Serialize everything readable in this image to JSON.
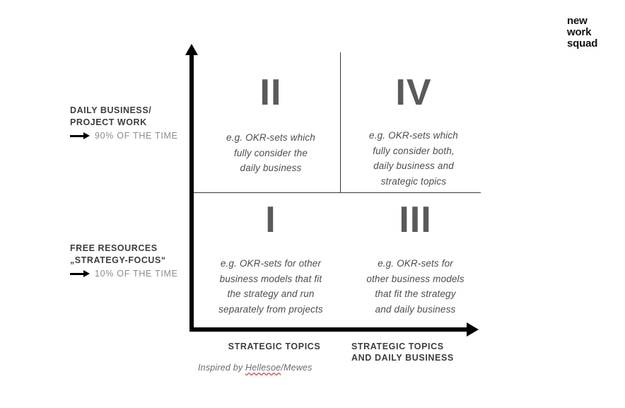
{
  "logo": {
    "line1": "new",
    "line2": "work",
    "line3": "squad"
  },
  "axes": {
    "y_arrow_icon": "arrow-up-icon",
    "x_arrow_icon": "arrow-right-icon",
    "x_label_left": "STRATEGIC TOPICS",
    "x_label_right_line1": "STRATEGIC TOPICS",
    "x_label_right_line2": "AND DAILY BUSINESS"
  },
  "side_labels": [
    {
      "title_line1": "DAILY BUSINESS/",
      "title_line2": "PROJECT WORK",
      "arrow_icon": "arrow-right-icon",
      "sub": "90% OF THE TIME"
    },
    {
      "title_line1": "FREE RESOURCES",
      "title_line2": "„STRATEGY-FOCUS“",
      "arrow_icon": "arrow-right-icon",
      "sub": "10% OF THE TIME"
    }
  ],
  "quadrants": [
    {
      "numeral": "II",
      "line1": "e.g. OKR-sets which",
      "line2": "fully consider the",
      "line3": "daily business",
      "line4": ""
    },
    {
      "numeral": "IV",
      "line1": "e.g. OKR-sets which",
      "line2": "fully consider both,",
      "line3": "daily business and",
      "line4": "strategic topics"
    },
    {
      "numeral": "I",
      "line1": "e.g. OKR-sets for other",
      "line2": "business models that fit",
      "line3": "the strategy and run",
      "line4": "separately from projects"
    },
    {
      "numeral": "III",
      "line1": "e.g. OKR-sets for",
      "line2": "other business models",
      "line3": "that fit the strategy",
      "line4": "and daily business"
    }
  ],
  "caption": {
    "prefix": "Inspired by ",
    "misspelled": "Hellesoe",
    "suffix": "/Mewes"
  },
  "colors": {
    "axis": "#000000",
    "numeral": "#5a5a5a",
    "body_text": "#4d4d4d",
    "heading": "#3d3d3d",
    "muted": "#8c8c8c",
    "spellcheck": "#e23b3b",
    "background": "#ffffff"
  }
}
